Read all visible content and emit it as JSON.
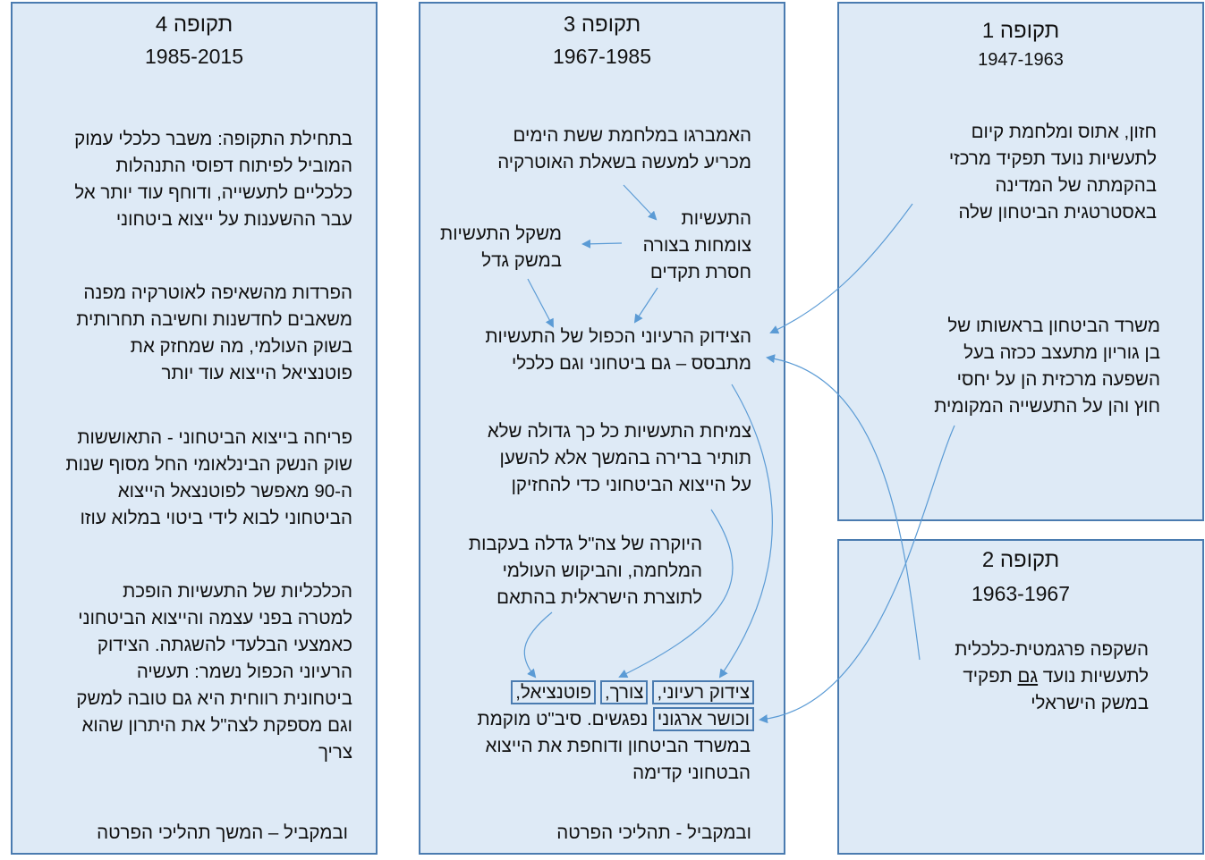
{
  "period4": {
    "title": "תקופה 4",
    "years": "1985-2015",
    "block1": [
      "בתחילת התקופה: משבר כלכלי עמוק",
      "המוביל לפיתוח דפוסי התנהלות",
      "כלכליים לתעשייה, ודוחף עוד יותר אל",
      "עבר ההשענות על ייצוא ביטחוני"
    ],
    "block2": [
      "הפרדות מהשאיפה לאוטרקיה מפנה",
      "משאבים לחדשנות וחשיבה תחרותית",
      "בשוק העולמי, מה שמחזק את",
      "פוטנציאל הייצוא עוד יותר"
    ],
    "block3": [
      "פריחה בייצוא הביטחוני - התאוששות",
      "שוק הנשק הבינלאומי החל מסוף שנות",
      "ה-90 מאפשר לפוטנצאל הייצוא",
      "הביטחוני לבוא לידי ביטוי במלוא עוזו"
    ],
    "block4": [
      "הכלכליות של התעשיות הופכת",
      "למטרה בפני עצמה והייצוא הביטחוני",
      "כאמצעי הבלעדי להשגתה. הצידוק",
      "הרעיוני הכפול נשמר: תעשיה",
      "ביטחונית רווחית היא גם טובה למשק",
      "וגם מספקת לצה\"ל את היתרון שהוא",
      "צריך"
    ],
    "footer": "ובמקביל – המשך תהליכי הפרטה"
  },
  "period3": {
    "title": "תקופה 3",
    "years": "1967-1985",
    "embargo": [
      "האמברגו במלחמת ששת הימים",
      "מכריע למעשה בשאלת האוטרקיה"
    ],
    "growth": [
      "התעשיות",
      "צומחות בצורה",
      "חסרת תקדים"
    ],
    "weight": [
      "משקל התעשיות",
      "במשק גדל"
    ],
    "justification": [
      "הצידוק הרעיוני הכפול של התעשיות",
      "מתבסס – גם ביטחוני וגם כלכלי"
    ],
    "size": [
      "צמיחת התעשיות כל כך גדולה שלא",
      "תותיר ברירה בהמשך אלא להשען",
      "על הייצוא הביטחוני כדי להחזיקן"
    ],
    "prestige": [
      "היוקרה של צה\"ל גדלה בעקבות",
      "המלחמה, והביקוש העולמי",
      "לתוצרת הישראלית בהתאם"
    ],
    "tags": [
      "צידוק רעיוני,",
      "צורך,",
      "פוטנציאל,"
    ],
    "tag4": "וכושר ארגוני",
    "meet_rest": " נפגשים. סיב\"ט מוקמת",
    "meet_lines": [
      "במשרד הביטחון ודוחפת את הייצוא",
      "הבטחוני קדימה"
    ],
    "footer": "ובמקביל - תהליכי הפרטה"
  },
  "period1": {
    "title": "תקופה 1",
    "years": "1947-1963",
    "block1": [
      "חזון, אתוס ומלחמת קיום",
      "לתעשיות נועד תפקיד מרכזי",
      "בהקמתה של המדינה",
      "באסטרטגית הביטחון שלה"
    ],
    "block2": [
      "משרד הביטחון בראשותו של",
      "בן גוריון מתעצב ככזה בעל",
      "השפעה מרכזית הן על יחסי",
      "חוץ והן על התעשייה המקומית"
    ]
  },
  "period2": {
    "title": "תקופה 2",
    "years": "1963-1967",
    "line1": "השקפה פרגמטית-כלכלית",
    "line2_pre": "לתעשיות נועד ",
    "line2_u": "גם",
    "line2_post": " תפקיד",
    "line3": "במשק הישראלי"
  },
  "colors": {
    "box_fill": "#deeaf6",
    "border": "#4a7bb0",
    "arrow": "#5b9bd5"
  }
}
